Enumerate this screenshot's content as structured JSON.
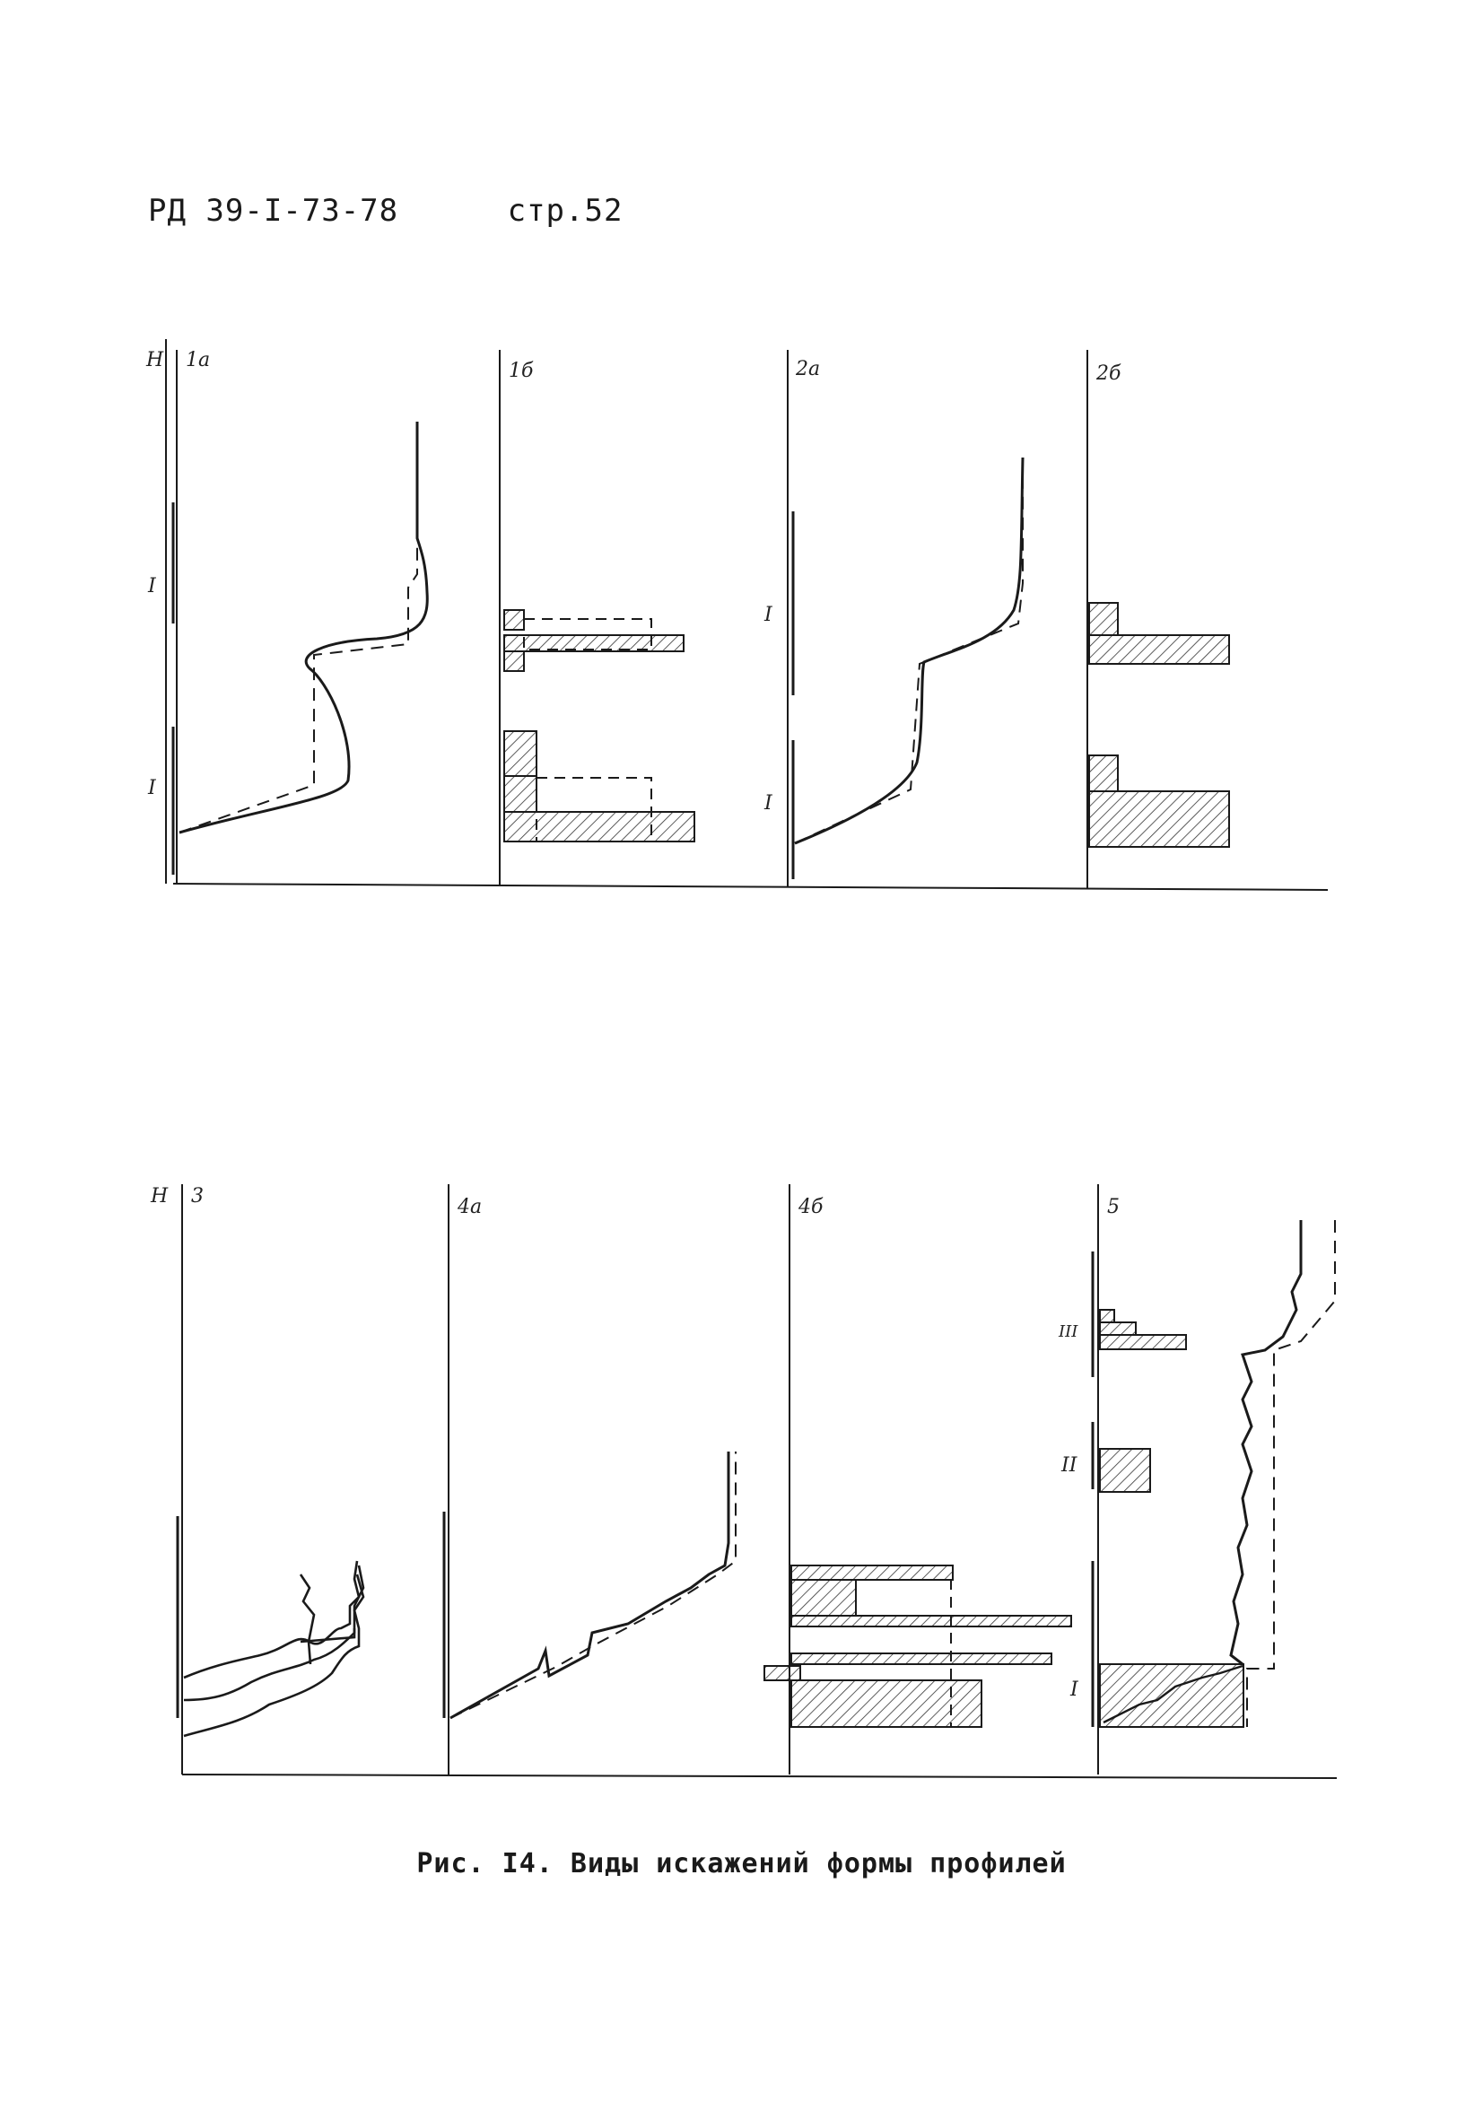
{
  "header": {
    "doc_number": "РД 39-I-73-78",
    "page_number": "стр.52"
  },
  "caption": "Рис. I4. Виды искажений формы профилей",
  "axis_labels": {
    "top_depth": "H",
    "bottom_depth": "H"
  },
  "panels": {
    "p1a": "1а",
    "p1b": "1б",
    "p2a": "2а",
    "p2b": "2б",
    "p3": "3",
    "p4a": "4а",
    "p4b": "4б",
    "p5": "5"
  },
  "layer_marks": {
    "m1a_upper": "I",
    "m1a_lower": "I",
    "m2a_upper": "I",
    "m2a_lower": "I",
    "m5_top": "III",
    "m5_middle": "II",
    "m5_bottom": "I"
  }
}
